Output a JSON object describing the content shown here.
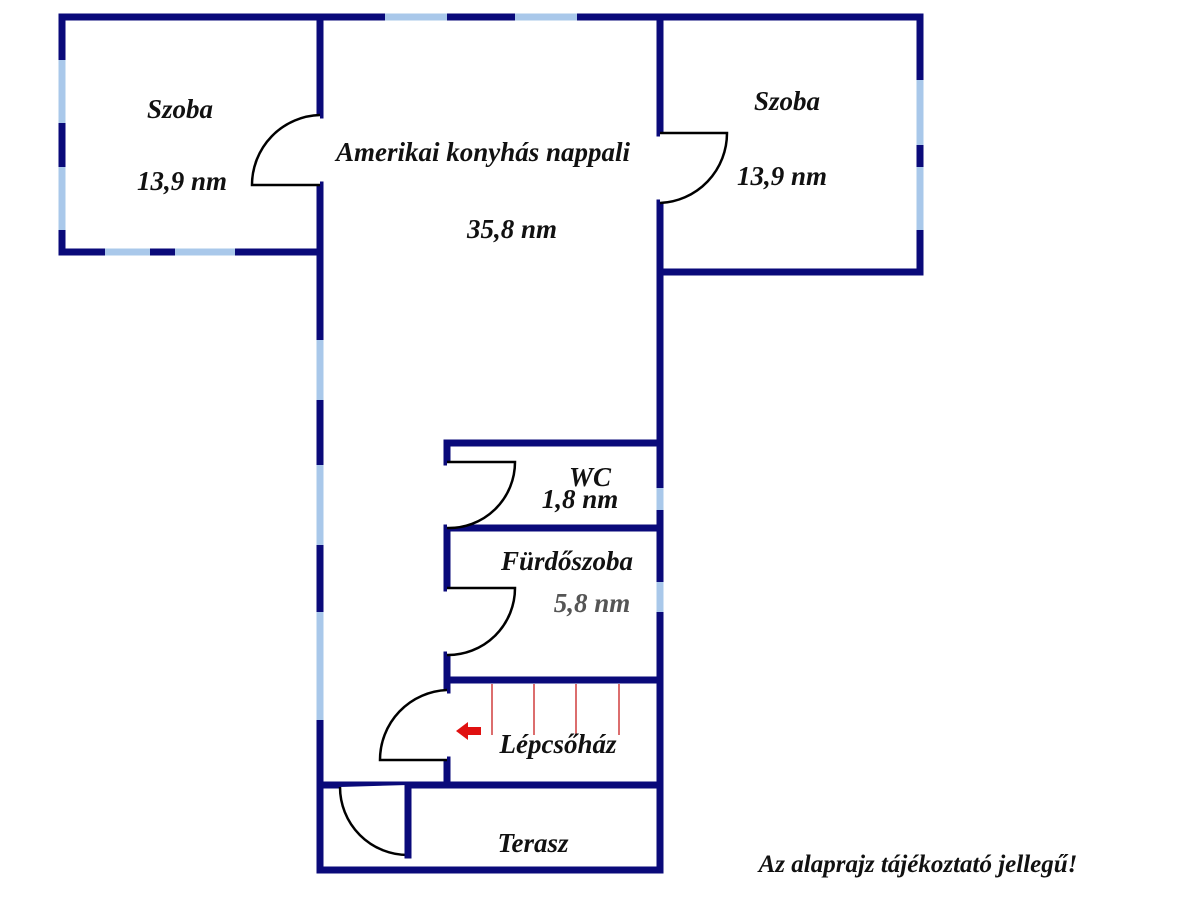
{
  "rooms": {
    "left_room": {
      "name": "Szoba",
      "area": "13,9 nm"
    },
    "living": {
      "name": "Amerikai konyhás nappali",
      "area": "35,8 nm"
    },
    "right_room": {
      "name": "Szoba",
      "area": "13,9 nm"
    },
    "wc": {
      "name": "WC",
      "area": "1,8 nm"
    },
    "bathroom": {
      "name": "Fürdőszoba",
      "area": "5,8 nm"
    },
    "stairwell": {
      "name": "Lépcsőház"
    },
    "terrace": {
      "name": "Terasz"
    }
  },
  "note": "Az alaprajz tájékoztató jellegű!",
  "colors": {
    "wall": "#0a0a7a",
    "window": "#a9c8ea",
    "stairs": "#c82020"
  }
}
